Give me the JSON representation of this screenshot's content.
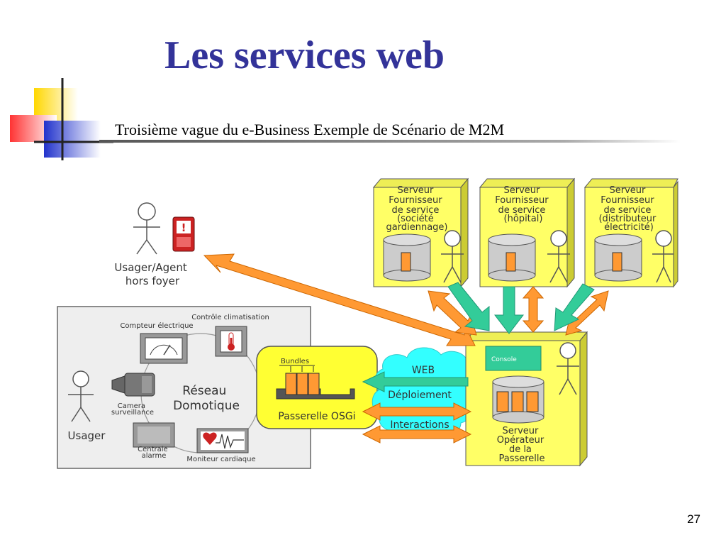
{
  "slide": {
    "title": "Les services web",
    "subtitle": "Troisième vague du e-Business Exemple de Scénario de M2M",
    "page_number": "27"
  },
  "diagram": {
    "servers": [
      {
        "lines": [
          "Serveur",
          "Fournisseur",
          "de service",
          "(société",
          "gardiennage)"
        ]
      },
      {
        "lines": [
          "Serveur",
          "Fournisseur",
          "de service",
          "(hôpital)"
        ]
      },
      {
        "lines": [
          "Serveur",
          "Fournisseur",
          "de service",
          "(distributeur",
          "électricité)"
        ]
      }
    ],
    "remote_user": {
      "lines": [
        "Usager/Agent",
        "hors foyer"
      ]
    },
    "home": {
      "network_lines": [
        "Réseau",
        "Domotique"
      ],
      "user": "Usager",
      "devices": {
        "climate": "Contrôle climatisation",
        "meter": "Compteur électrique",
        "camera_lines": [
          "Camera",
          "surveillance"
        ],
        "alarm_lines": [
          "Centrale",
          "alarme"
        ],
        "cardiac": "Moniteur cardiaque"
      }
    },
    "gateway": {
      "bundles": "Bundles",
      "label": "Passerelle OSGi"
    },
    "web_cloud": {
      "web": "WEB",
      "deploy": "Déploiement",
      "interactions": "Interactions"
    },
    "operator": {
      "console": "Console",
      "lines": [
        "Serveur",
        "Opérateur",
        "de la",
        "Passerelle"
      ]
    },
    "colors": {
      "title": "#333399",
      "server_fill": "#ffff66",
      "arrow_orange": "#ff9933",
      "arrow_green": "#33cc99",
      "cloud": "#33ffff",
      "console": "#33cc99"
    }
  }
}
